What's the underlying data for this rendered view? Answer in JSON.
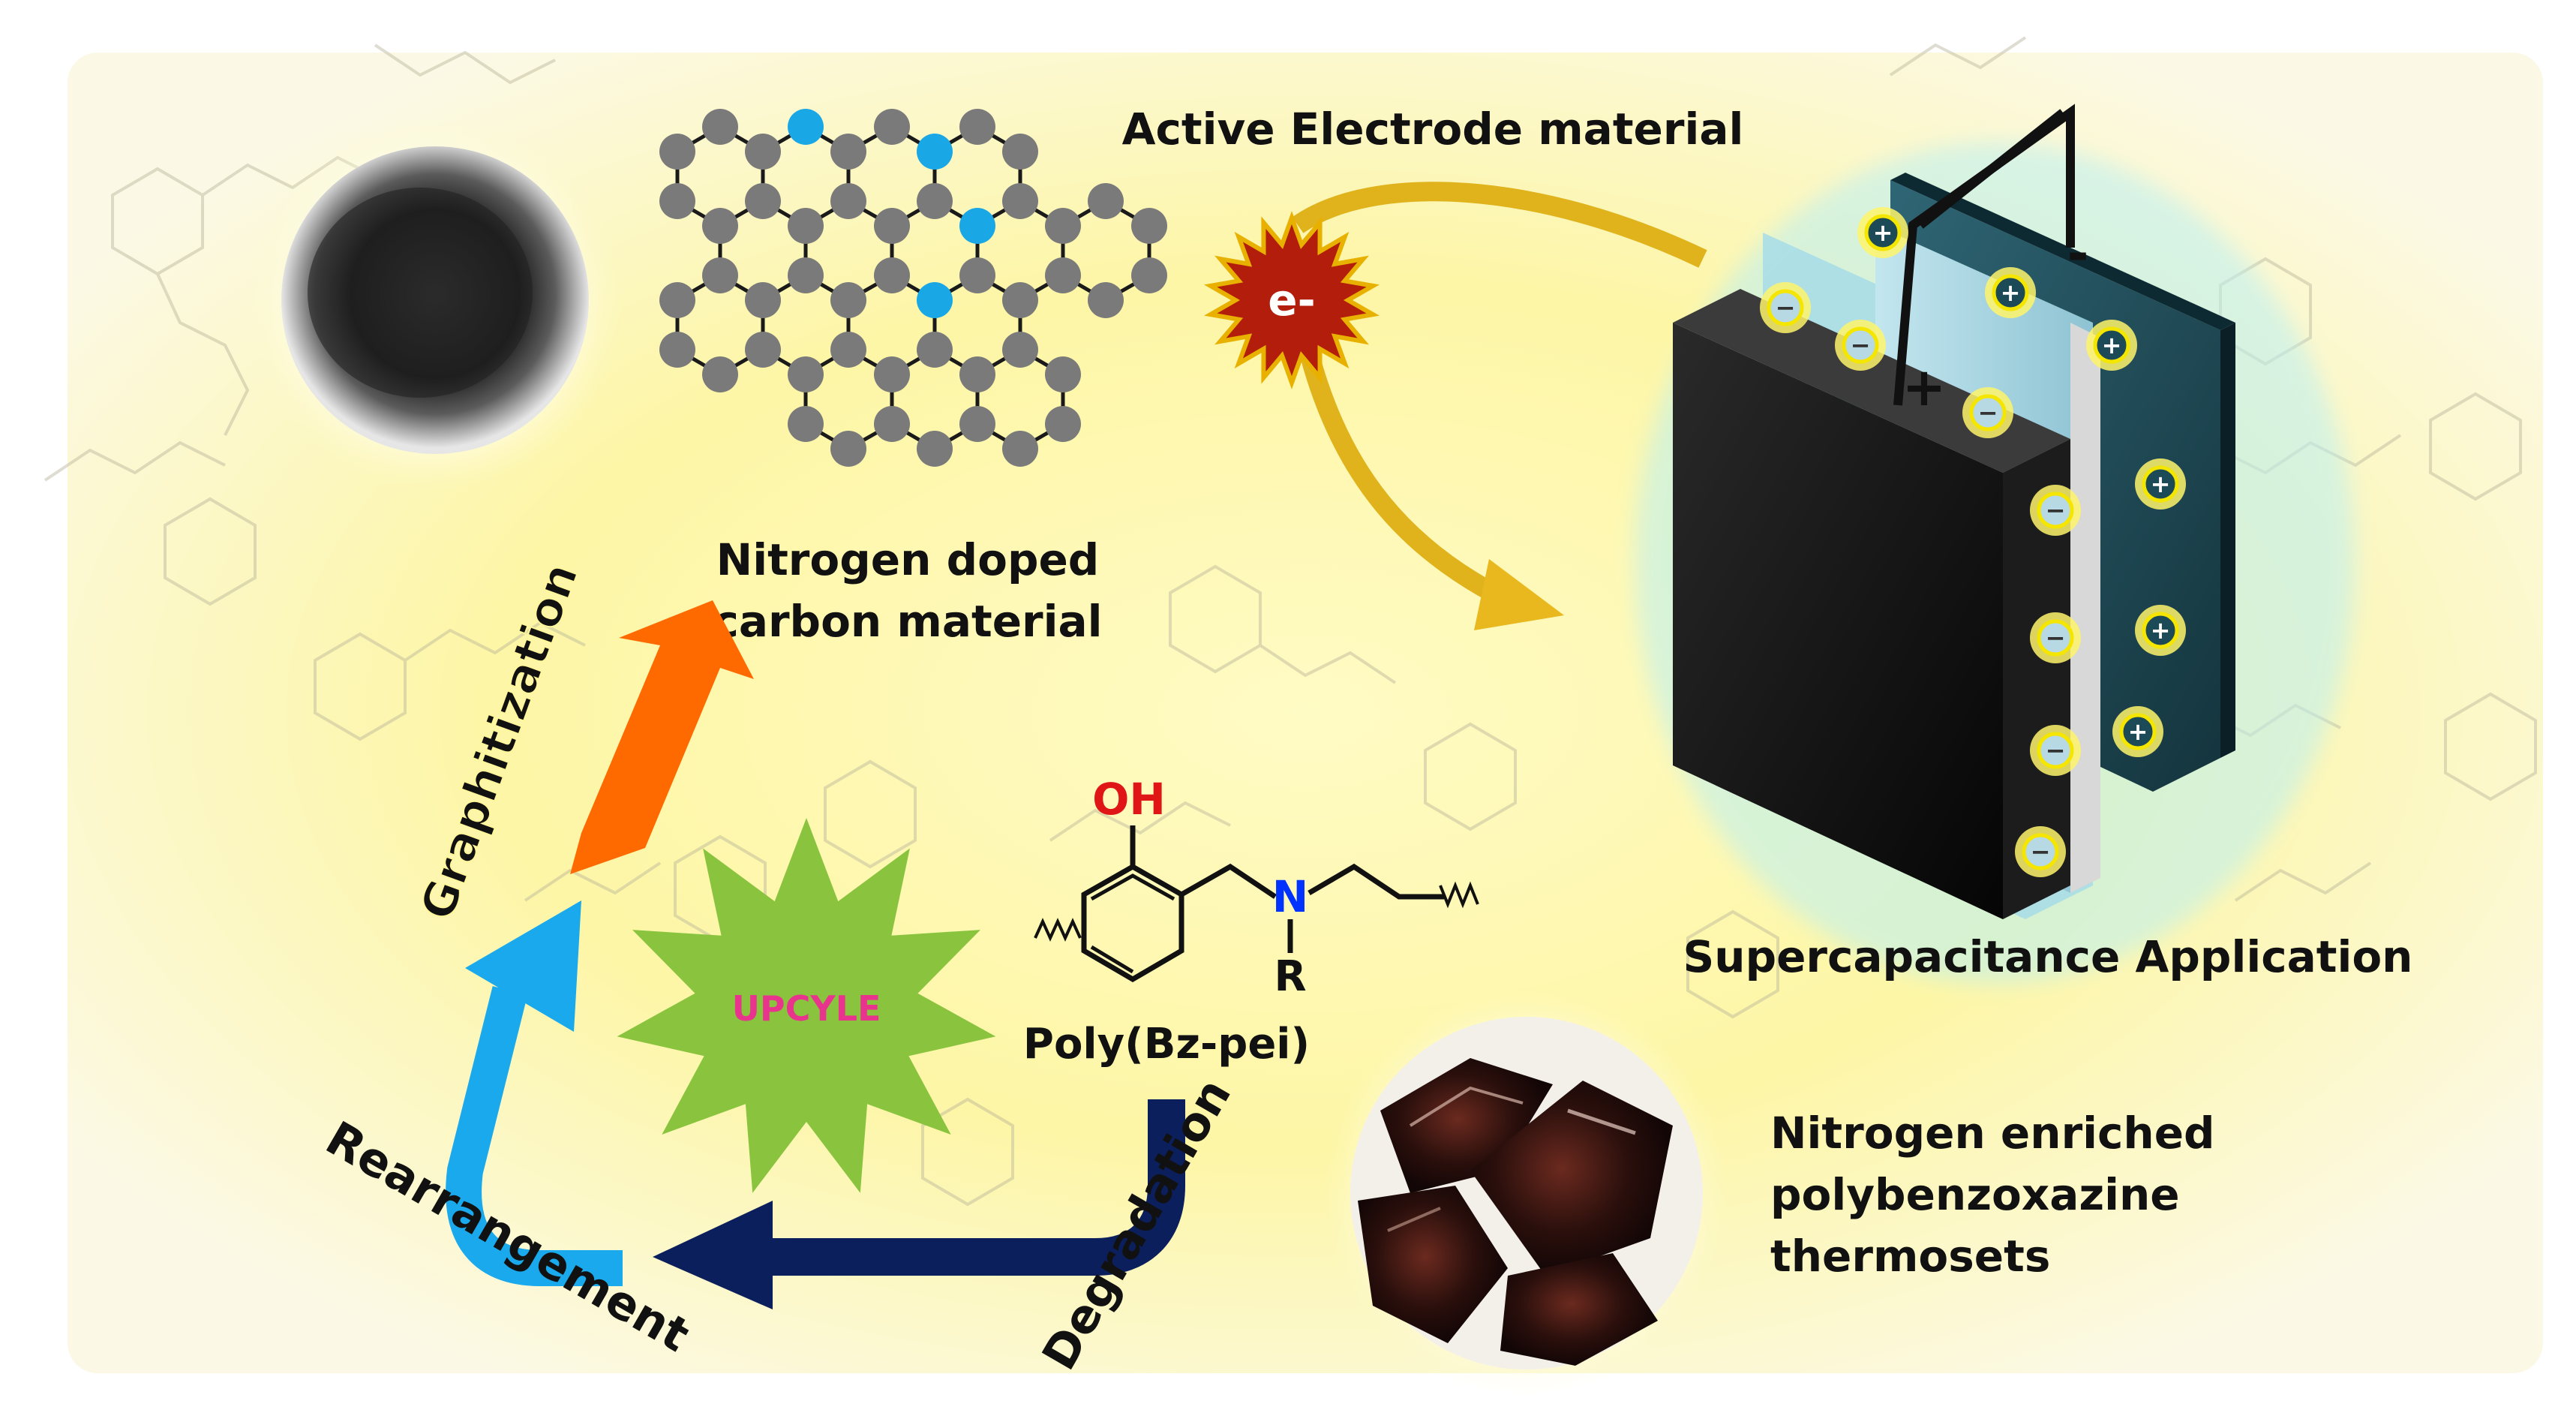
{
  "labels": {
    "active_electrode": "Active Electrode material",
    "nitrogen_doped_line1": "Nitrogen doped",
    "nitrogen_doped_line2": "carbon material",
    "supercap": "Supercapacitance Application",
    "poly": "Poly(Bz-pei)",
    "upcyle": "UPCYLE",
    "thermoset_line1": "Nitrogen enriched",
    "thermoset_line2": "polybenzoxazine",
    "thermoset_line3": "thermosets",
    "graphitization": "Graphitization",
    "rearrangement": "Rearrangement",
    "degradation": "Degradation",
    "electron": "e-",
    "plus": "+",
    "minus": "-",
    "oh": "OH",
    "n_atom": "N",
    "r_group": "R",
    "ion_plus": "+",
    "ion_minus": "−"
  },
  "colors": {
    "background_glow": "#fdf7a8",
    "graphitization_arrow": "#ff6a00",
    "rearrangement_arrow": "#19a9ec",
    "degradation_arrow": "#0b1f5c",
    "curved_arrow": "#e0b21c",
    "starburst": "#8ac43f",
    "upcyle_text": "#e8348d",
    "electron_burst": "#b31d0c",
    "carbon_atom": "#7a7a7a",
    "nitrogen_atom": "#1aa7e6",
    "nitrogen_label": "#0033ff",
    "oxygen_label": "#e01515",
    "electrode_dark": "#111111",
    "electrode_teal": "#1c4a57",
    "separator": "#9fd1de"
  }
}
